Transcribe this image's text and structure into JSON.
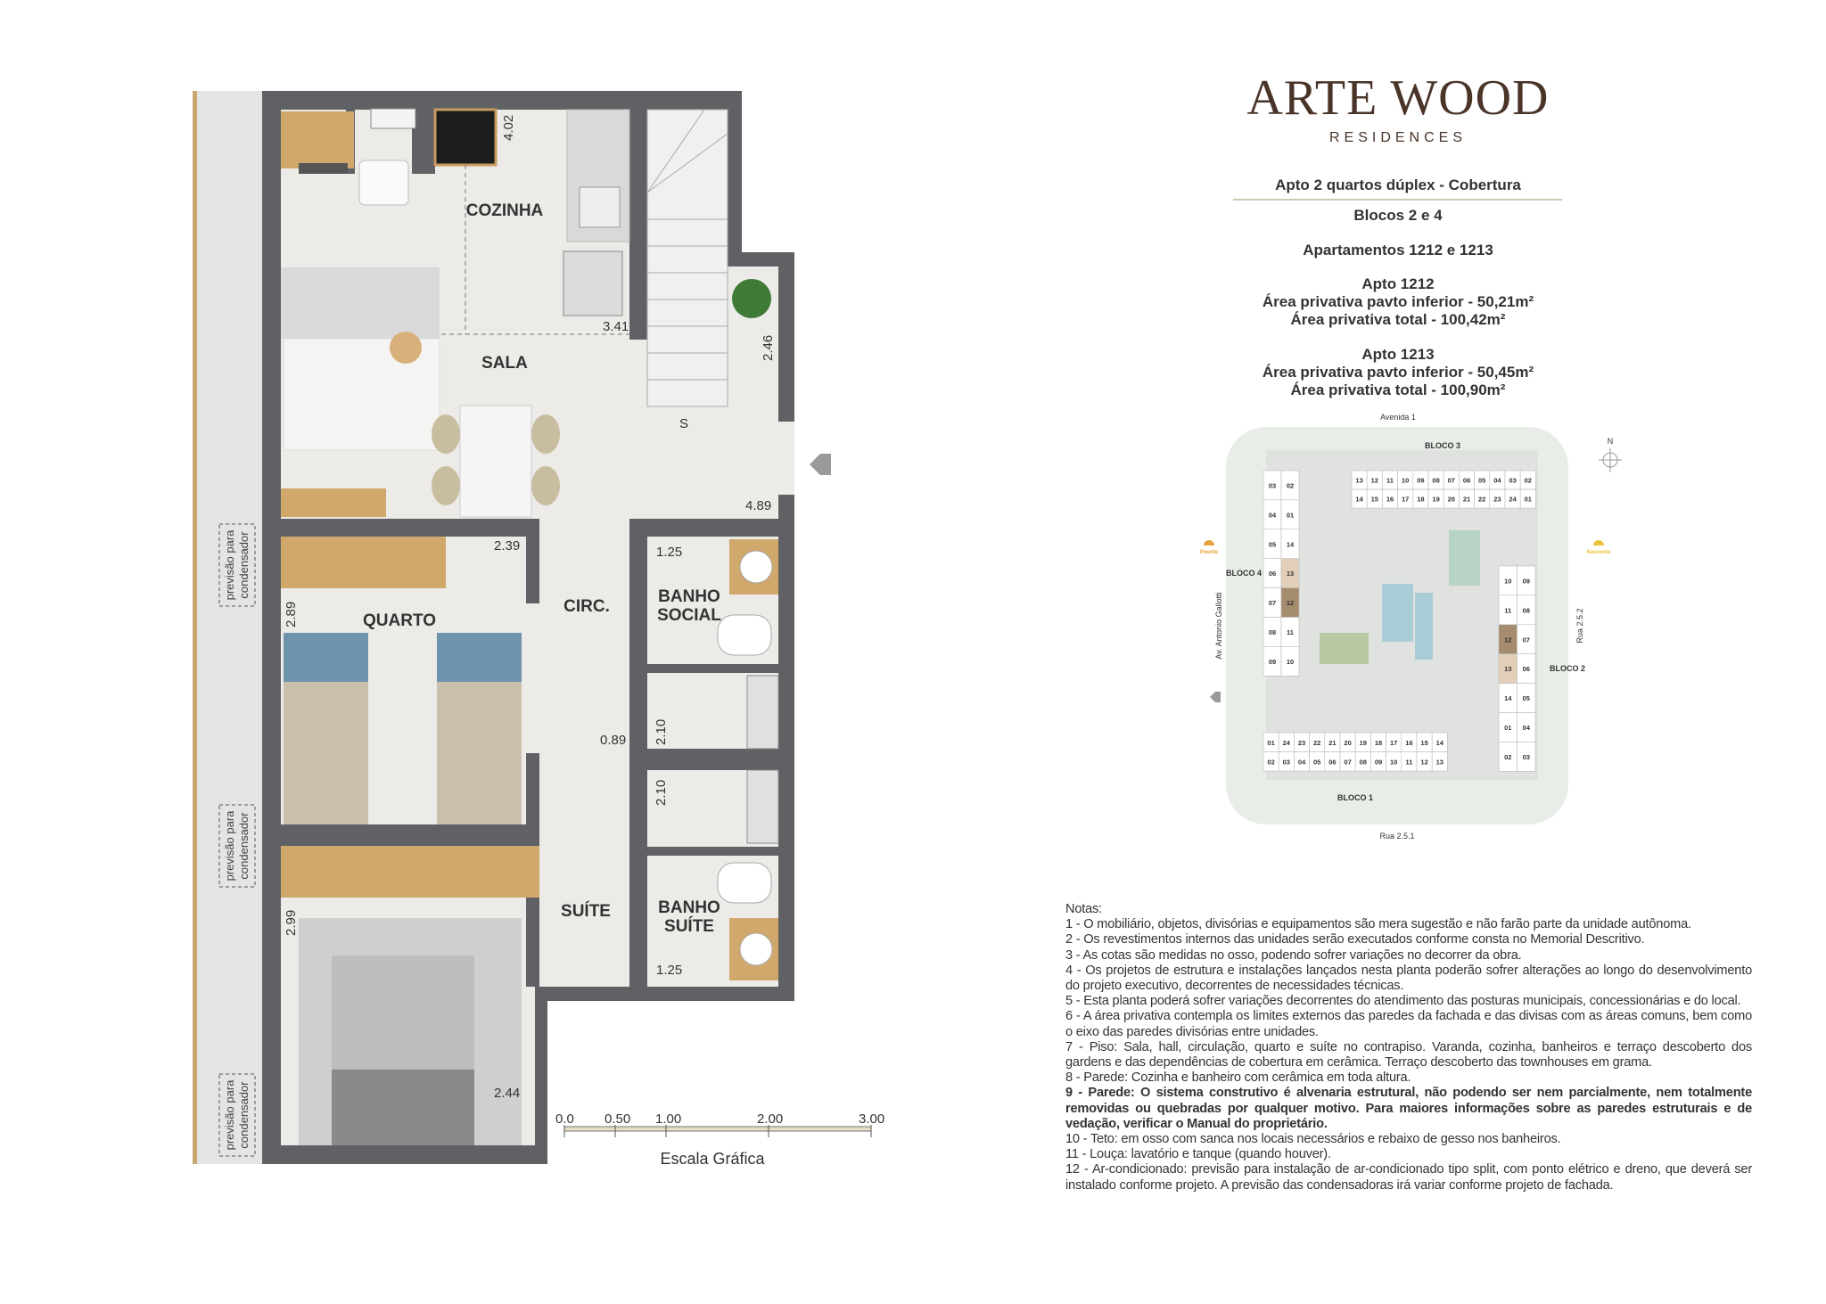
{
  "brand": {
    "name": "ARTE WOOD",
    "subtitle": "RESIDENCES"
  },
  "info": {
    "type": "Apto 2 quartos dúplex - Cobertura",
    "blocks": "Blocos 2 e 4",
    "apartments": "Apartamentos 1212 e 1213",
    "apto1": {
      "title": "Apto 1212",
      "area_inferior": "Área privativa pavto inferior - 50,21m²",
      "area_total": "Área privativa total - 100,42m²"
    },
    "apto2": {
      "title": "Apto 1213",
      "area_inferior": "Área privativa pavto inferior - 50,45m²",
      "area_total": "Área privativa total - 100,90m²"
    }
  },
  "plan": {
    "rooms": {
      "cozinha": "COZINHA",
      "sala": "SALA",
      "circ": "CIRC.",
      "quarto": "QUARTO",
      "banho_social_1": "BANHO",
      "banho_social_2": "SOCIAL",
      "suite": "SUÍTE",
      "banho_suite_1": "BANHO",
      "banho_suite_2": "SUÍTE"
    },
    "dimensions": {
      "d402": "4.02",
      "d341": "3.41",
      "d246": "2.46",
      "d489": "4.89",
      "d239": "2.39",
      "d289": "2.89",
      "d125a": "1.25",
      "d210a": "2.10",
      "d089": "0.89",
      "d210b": "2.10",
      "d299": "2.99",
      "d125b": "1.25",
      "d244": "2.44"
    },
    "stair_label": "S",
    "condensador": {
      "line1": "previsão para",
      "line2": "condensador"
    },
    "scale": {
      "ticks": [
        "0.0",
        "0.50",
        "1.00",
        "2.00",
        "3.00"
      ],
      "label": "Escala Gráfica"
    }
  },
  "site": {
    "avenida": "Avenida 1",
    "rua_sul": "Rua 2.5.1",
    "rua_leste": "Rua 2.5.2",
    "av_oeste": "Av. Antonio Gallotti",
    "poente": "Poente",
    "nascente": "Nascente",
    "north": "N",
    "bloco1": {
      "label": "BLOCO 1",
      "top": [
        "01",
        "24",
        "23",
        "22",
        "21",
        "20",
        "19",
        "18",
        "17",
        "16",
        "15",
        "14"
      ],
      "bottom": [
        "02",
        "03",
        "04",
        "05",
        "06",
        "07",
        "08",
        "09",
        "10",
        "11",
        "12",
        "13"
      ]
    },
    "bloco3": {
      "label": "BLOCO 3",
      "top": [
        "13",
        "12",
        "11",
        "10",
        "09",
        "08",
        "07",
        "06",
        "05",
        "04",
        "03",
        "02"
      ],
      "bottom": [
        "14",
        "15",
        "16",
        "17",
        "18",
        "19",
        "20",
        "21",
        "22",
        "23",
        "24",
        "01"
      ]
    },
    "bloco4": {
      "label": "BLOCO 4",
      "left": [
        "03",
        "04",
        "05",
        "06",
        "07",
        "08",
        "09"
      ],
      "right": [
        "02",
        "01",
        "14",
        "13",
        "12",
        "11",
        "10"
      ]
    },
    "bloco2": {
      "label": "BLOCO 2",
      "left": [
        "10",
        "11",
        "12",
        "13",
        "14",
        "01",
        "02"
      ],
      "right": [
        "09",
        "08",
        "07",
        "06",
        "05",
        "04",
        "03"
      ]
    },
    "highlight_colors": {
      "12": "#a58c6e",
      "13": "#e2cfb8"
    }
  },
  "notes": {
    "title": "Notas:",
    "items": [
      "1 - O mobiliário,  objetos, divisórias e equipamentos são  mera  sugestão e  não farão parte da unidade autônoma.",
      "2 - Os revestimentos internos das unidades serão executados conforme consta no Memorial Descritivo.",
      "3 - As cotas são medidas no osso, podendo sofrer variações no decorrer da obra.",
      "4 - Os projetos de estrutura e instalações lançados nesta planta poderão sofrer alterações ao longo do desenvolvimento do projeto executivo, decorrentes de necessidades técnicas.",
      "5 - Esta planta poderá sofrer variações decorrentes do atendimento  das posturas  municipais,  concessionárias e do local.",
      "6 - A área privativa contempla os limites externos das  paredes da fachada e das divisas com as áreas  comuns, bem como o eixo das paredes divisórias entre unidades.",
      "7 - Piso:  Sala, hall, circulação, quarto e suíte no contrapiso.  Varanda, cozinha, banheiros e terraço  descoberto dos gardens e das dependências de cobertura em cerâmica. Terraço descoberto das townhouses em grama.",
      "8 - Parede: Cozinha e banheiro com cerâmica em toda altura.",
      "9 - Parede:  O sistema  construtivo  é  alvenaria  estrutural,  não  podendo  ser  nem  parcialmente,  nem totalmente removidas ou quebradas por qualquer motivo.  Para maiores  informações  sobre as paredes estruturais e de vedação, verificar o Manual do proprietário.",
      "10 - Teto: em osso com sanca nos locais necessários e rebaixo de gesso nos banheiros.",
      "11 - Louça: lavatório e tanque (quando houver).",
      "12 - Ar-condicionado:  previsão  para  instalação  de  ar-condicionado tipo split,  com ponto elétrico e dreno, que deverá  ser  instalado  conforme projeto.  A previsão das  condensadoras irá variar conforme projeto de fachada."
    ]
  },
  "colors": {
    "wall": "#606164",
    "floor": "#ecebe8",
    "wood": "#d1a86c",
    "brand": "#4a3428"
  }
}
